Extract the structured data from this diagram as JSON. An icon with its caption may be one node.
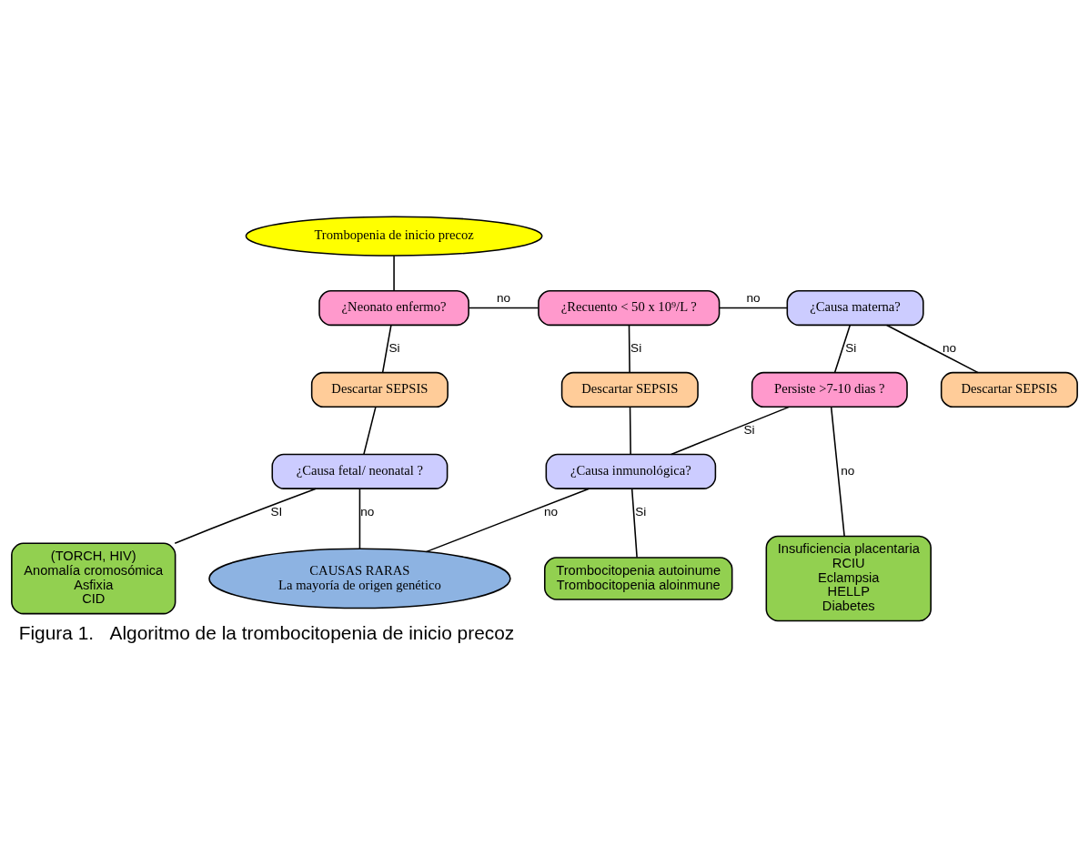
{
  "diagram": {
    "caption": "Figura 1.   Algoritmo de la trombocitopenia de inicio precoz",
    "nodes": [
      {
        "text": [
          "Trombopenia de inicio precoz"
        ]
      },
      {
        "text": [
          "¿Neonato enfermo?"
        ]
      },
      {
        "text": [
          "¿Recuento < 50 x 10⁹/L ?"
        ]
      },
      {
        "text": [
          "¿Causa materna?"
        ]
      },
      {
        "text": [
          "Descartar SEPSIS"
        ]
      },
      {
        "text": [
          "Descartar SEPSIS"
        ]
      },
      {
        "text": [
          "Persiste >7-10 dias ?"
        ]
      },
      {
        "text": [
          "Descartar SEPSIS"
        ]
      },
      {
        "text": [
          "¿Causa fetal/ neonatal ?"
        ]
      },
      {
        "text": [
          "¿Causa inmunológica?"
        ]
      },
      {
        "text": [
          "(TORCH, HIV)",
          "Anomalía cromosómica",
          "Asfixia",
          "CID"
        ]
      },
      {
        "text": [
          "Trombocitopenia autoinume",
          "Trombocitopenia aloinmune"
        ]
      },
      {
        "text": [
          "Insuficiencia placentaria",
          "RCIU",
          "Eclampsia",
          "HELLP",
          "Diabetes"
        ]
      },
      {
        "text": [
          "CAUSAS RARAS",
          "La mayoría de origen genético"
        ]
      }
    ],
    "edges": [
      {
        "from": 0,
        "to": 1,
        "arrow": "none"
      },
      {
        "from": 1,
        "to": 2,
        "arrow": "none",
        "label": "no"
      },
      {
        "from": 2,
        "to": 3,
        "arrow": "none",
        "label": "no"
      },
      {
        "from": 1,
        "to": 4,
        "arrow": "none",
        "label": "Si"
      },
      {
        "from": 2,
        "to": 5,
        "arrow": "none",
        "label": "Si"
      },
      {
        "from": 3,
        "to": 6,
        "arrow": "none",
        "label": "Si"
      },
      {
        "from": 3,
        "to": 7,
        "arrow": "none",
        "label": "no"
      },
      {
        "from": 4,
        "to": 8,
        "arrow": "none"
      },
      {
        "from": 5,
        "to": 9,
        "arrow": "none"
      },
      {
        "from": 6,
        "to": 9,
        "arrow": "none",
        "label": "Si"
      },
      {
        "from": 6,
        "to": 12,
        "arrow": "none",
        "label": "no"
      },
      {
        "from": 8,
        "to": 10,
        "arrow": "none",
        "label": "SI"
      },
      {
        "from": 8,
        "to": 13,
        "arrow": "none",
        "label": "no"
      },
      {
        "from": 9,
        "to": 11,
        "arrow": "none",
        "label": "Si"
      },
      {
        "from": 9,
        "to": 13,
        "arrow": "none",
        "label": "no"
      }
    ]
  }
}
